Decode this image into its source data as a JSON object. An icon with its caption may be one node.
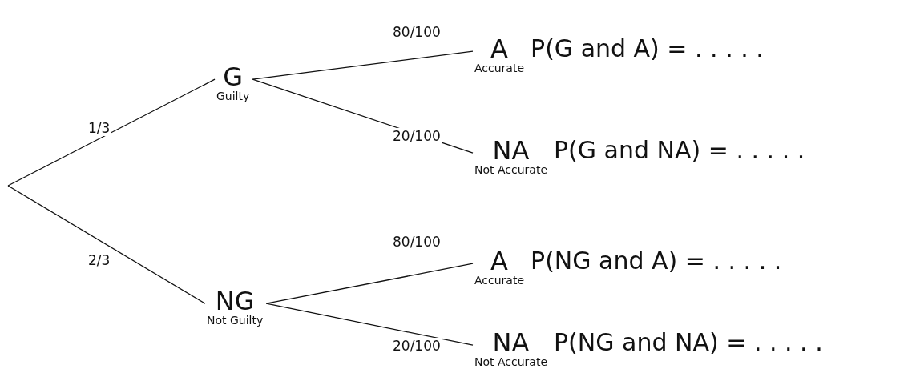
{
  "diagram": {
    "nodes": [
      {
        "text": [
          "G",
          "Guilty"
        ]
      },
      {
        "text": [
          "NG",
          "Not Guilty"
        ]
      },
      {
        "text": [
          "A",
          "Accurate"
        ],
        "beside": [
          "P(G and A) = . . . . ."
        ]
      },
      {
        "text": [
          "NA",
          "Not Accurate"
        ],
        "beside": [
          "P(G and NA) = . . . . ."
        ]
      },
      {
        "text": [
          "A",
          "Accurate"
        ],
        "beside": [
          "P(NG and A) = . . . . ."
        ]
      },
      {
        "text": [
          "NA",
          "Not Accurate"
        ],
        "beside": [
          "P(NG and NA) = . . . . ."
        ]
      }
    ],
    "edges": [
      {
        "from": null,
        "to": 0,
        "arrow": "none",
        "label": "1/3"
      },
      {
        "from": null,
        "to": 1,
        "arrow": "none",
        "label": "2/3"
      },
      {
        "from": 0,
        "to": 2,
        "arrow": "none",
        "label": "80/100"
      },
      {
        "from": 0,
        "to": 3,
        "arrow": "none",
        "label": "20/100"
      },
      {
        "from": 1,
        "to": 4,
        "arrow": "none",
        "label": "80/100"
      },
      {
        "from": 1,
        "to": 5,
        "arrow": "none",
        "label": "20/100"
      }
    ]
  }
}
